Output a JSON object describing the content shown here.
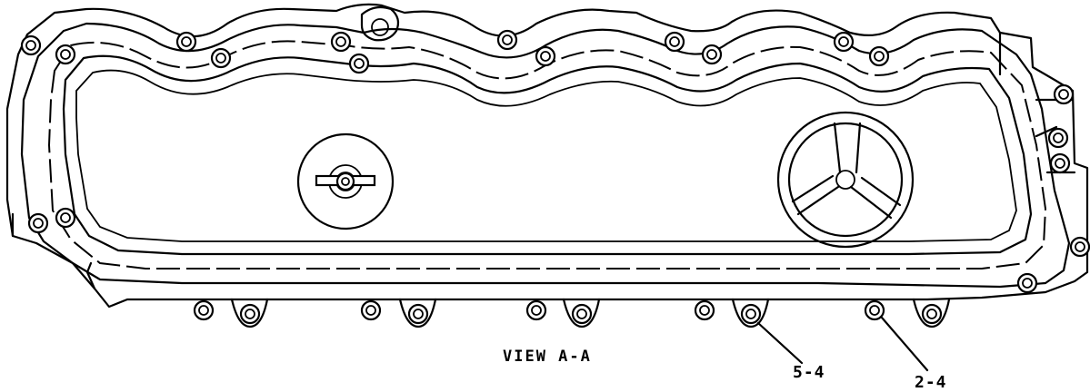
{
  "view_label": "VIEW A-A",
  "callouts": [
    {
      "id": "callout-5-4",
      "text": "5-4"
    },
    {
      "id": "callout-2-4",
      "text": "2-4"
    }
  ]
}
